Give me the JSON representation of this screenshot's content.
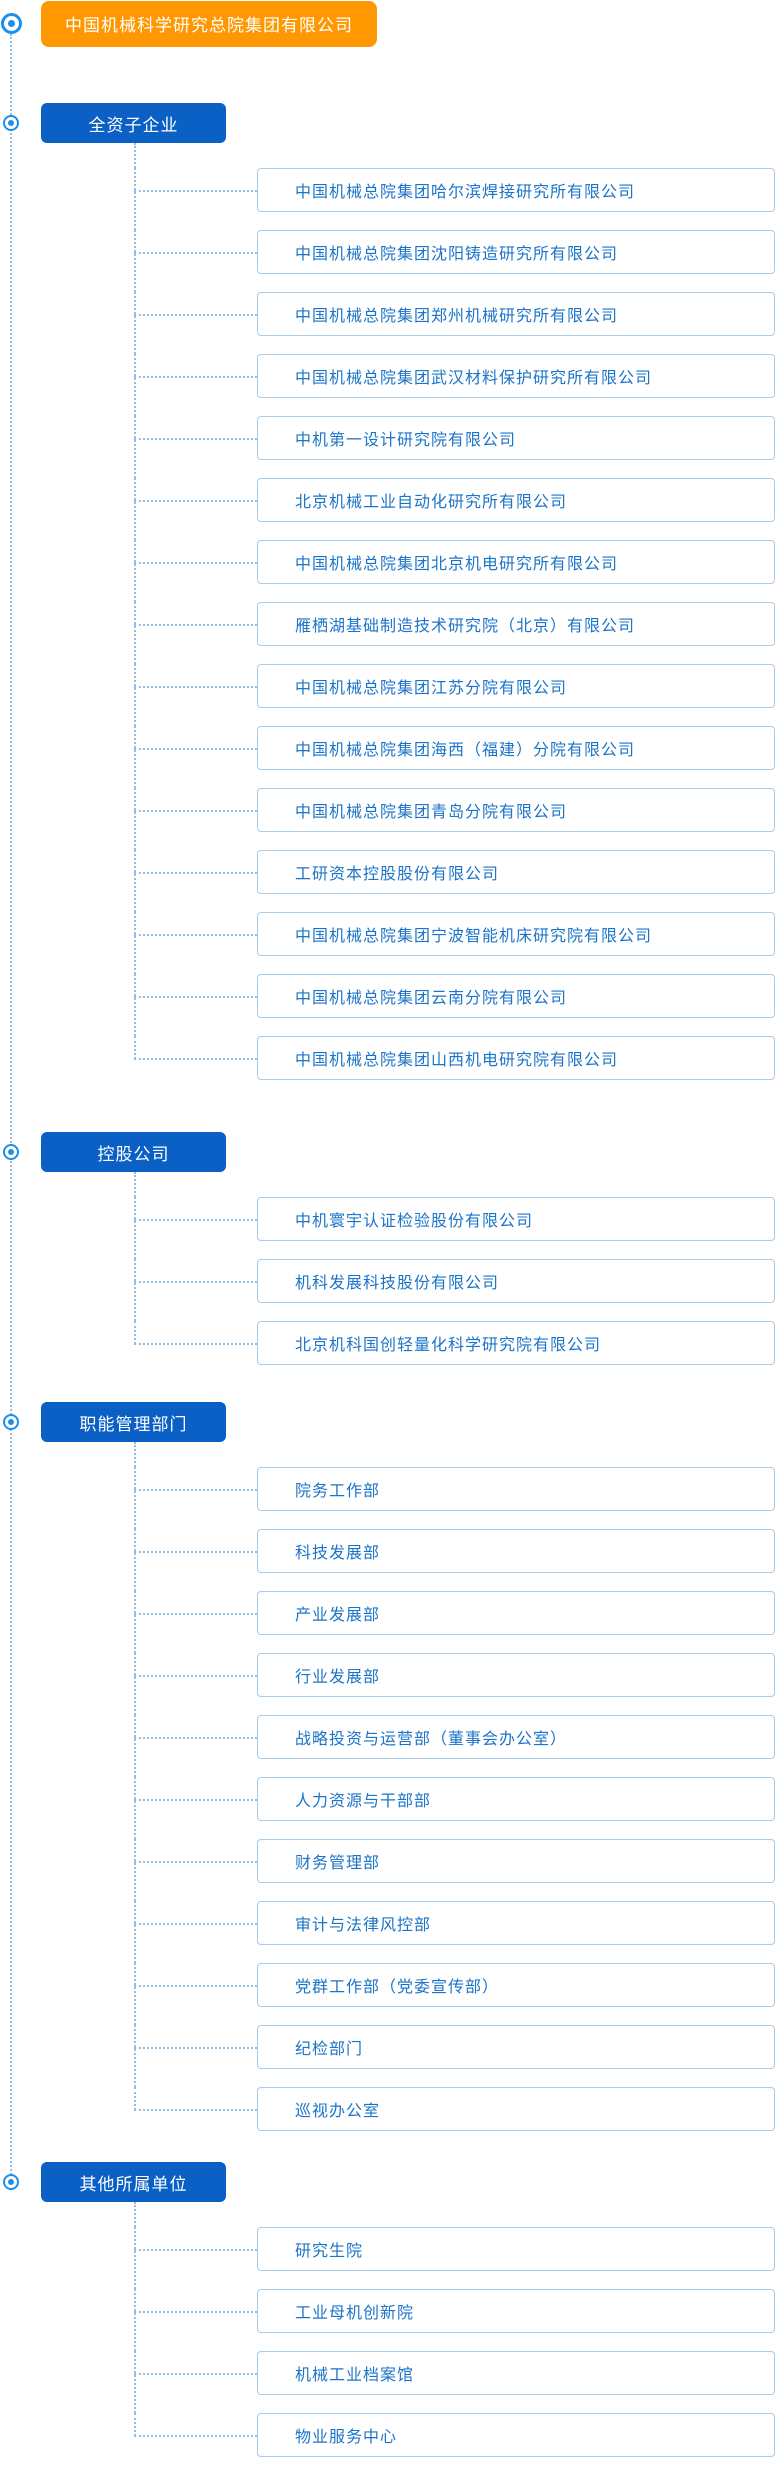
{
  "root": {
    "label": "中国机械科学研究总院集团有限公司"
  },
  "icons": {
    "node_bullet": "ring-dot-icon"
  },
  "colors": {
    "root_background": "#FF9800",
    "section_background": "#0A60C5",
    "item_text": "#1B74C8",
    "item_border": "#A8CBEA",
    "connector_line": "#8FBEE8",
    "bullet": "#1E8FE8"
  },
  "sections": [
    {
      "label": "全资子企业",
      "items": [
        "中国机械总院集团哈尔滨焊接研究所有限公司",
        "中国机械总院集团沈阳铸造研究所有限公司",
        "中国机械总院集团郑州机械研究所有限公司",
        "中国机械总院集团武汉材料保护研究所有限公司",
        "中机第一设计研究院有限公司",
        "北京机械工业自动化研究所有限公司",
        "中国机械总院集团北京机电研究所有限公司",
        "雁栖湖基础制造技术研究院（北京）有限公司",
        "中国机械总院集团江苏分院有限公司",
        "中国机械总院集团海西（福建）分院有限公司",
        "中国机械总院集团青岛分院有限公司",
        "工研资本控股股份有限公司",
        "中国机械总院集团宁波智能机床研究院有限公司",
        "中国机械总院集团云南分院有限公司",
        "中国机械总院集团山西机电研究院有限公司"
      ]
    },
    {
      "label": "控股公司",
      "items": [
        "中机寰宇认证检验股份有限公司",
        "机科发展科技股份有限公司",
        "北京机科国创轻量化科学研究院有限公司"
      ]
    },
    {
      "label": "职能管理部门",
      "items": [
        "院务工作部",
        "科技发展部",
        "产业发展部",
        "行业发展部",
        "战略投资与运营部（董事会办公室）",
        "人力资源与干部部",
        "财务管理部",
        "审计与法律风控部",
        "党群工作部（党委宣传部）",
        "纪检部门",
        "巡视办公室"
      ]
    },
    {
      "label": "其他所属单位",
      "items": [
        "研究生院",
        "工业母机创新院",
        "机械工业档案馆",
        "物业服务中心"
      ]
    }
  ]
}
